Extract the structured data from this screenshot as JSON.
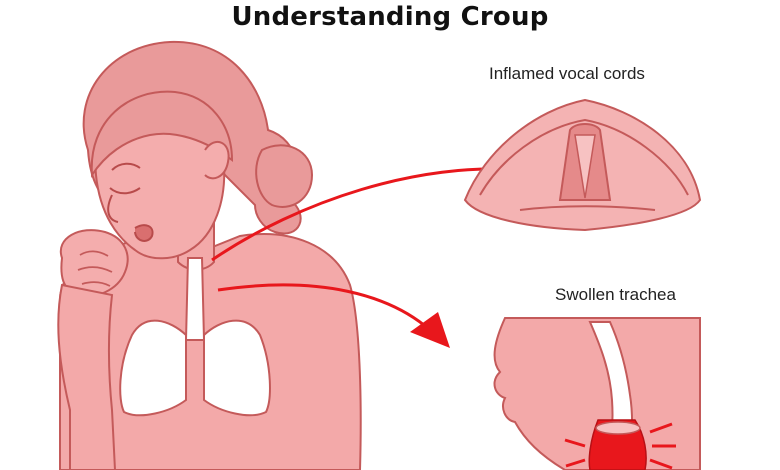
{
  "title": "Understanding Croup",
  "labels": {
    "vocal_cords": "Inflamed vocal cords",
    "trachea": "Swollen trachea"
  },
  "colors": {
    "skin": "#f2a6a6",
    "skin_dark": "#e58a8a",
    "hair": "#e69595",
    "outline": "#c45a5a",
    "accent_red": "#e8171c",
    "lungs": "#ffffff"
  }
}
